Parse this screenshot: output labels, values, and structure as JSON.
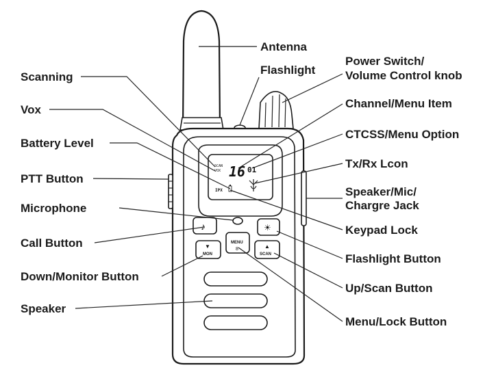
{
  "labels": {
    "antenna": "Antenna",
    "flashlight": "Flashlight",
    "power_switch_1": "Power Switch/",
    "power_switch_2": "Volume Control  knob",
    "scanning": "Scanning",
    "vox": "Vox",
    "channel_menu_item": "Channel/Menu Item",
    "battery_level": "Battery Level",
    "ctcss_menu_option": "CTCSS/Menu Option",
    "tx_rx_icon": "Tx/Rx Lcon",
    "ptt_button": "PTT Button",
    "speaker_mic_1": "Speaker/Mic/",
    "speaker_mic_2": "Chargre Jack",
    "microphone": "Microphone",
    "keypad_lock": "Keypad Lock",
    "call_button": "Call Button",
    "flashlight_button": "Flashlight Button",
    "down_monitor_button": "Down/Monitor Button",
    "up_scan_button": "Up/Scan Button",
    "speaker": "Speaker",
    "menu_lock_button": "Menu/Lock Button"
  },
  "lcd": {
    "scan": "SCAN",
    "vox": "VOX",
    "channel": "16",
    "code": "01",
    "ipx": "IPX"
  },
  "buttons": {
    "menu": "MENU",
    "mon": "MON",
    "scan": "SCAN"
  }
}
